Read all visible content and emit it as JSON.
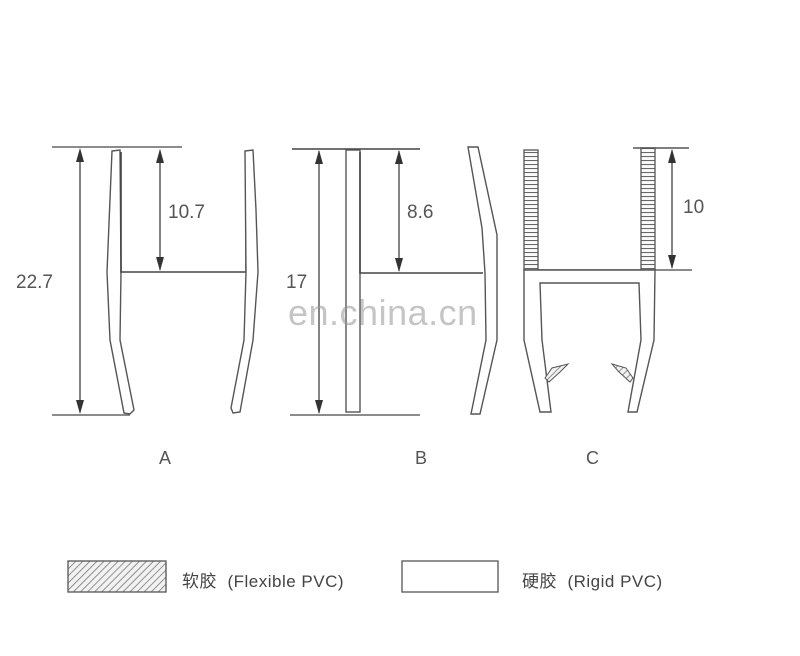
{
  "diagram": {
    "title": "",
    "profiles": [
      {
        "id": "A",
        "label": "A",
        "total_height": "22.7",
        "inner_depth": "10.7"
      },
      {
        "id": "B",
        "label": "B",
        "total_height": "17",
        "inner_depth": "8.6"
      },
      {
        "id": "C",
        "label": "C",
        "flexible_depth": "10"
      }
    ],
    "legend": [
      {
        "key": "flexible",
        "swatch": "hatched",
        "label": "软胶  (Flexible PVC)"
      },
      {
        "key": "rigid",
        "swatch": "empty",
        "label": "硬胶  (Rigid PVC)"
      }
    ],
    "watermark": "en.china.cn",
    "colors": {
      "line": "#555555",
      "hatch": "#7a7a7a",
      "background": "#ffffff",
      "watermark": "#9a9a9a"
    }
  }
}
